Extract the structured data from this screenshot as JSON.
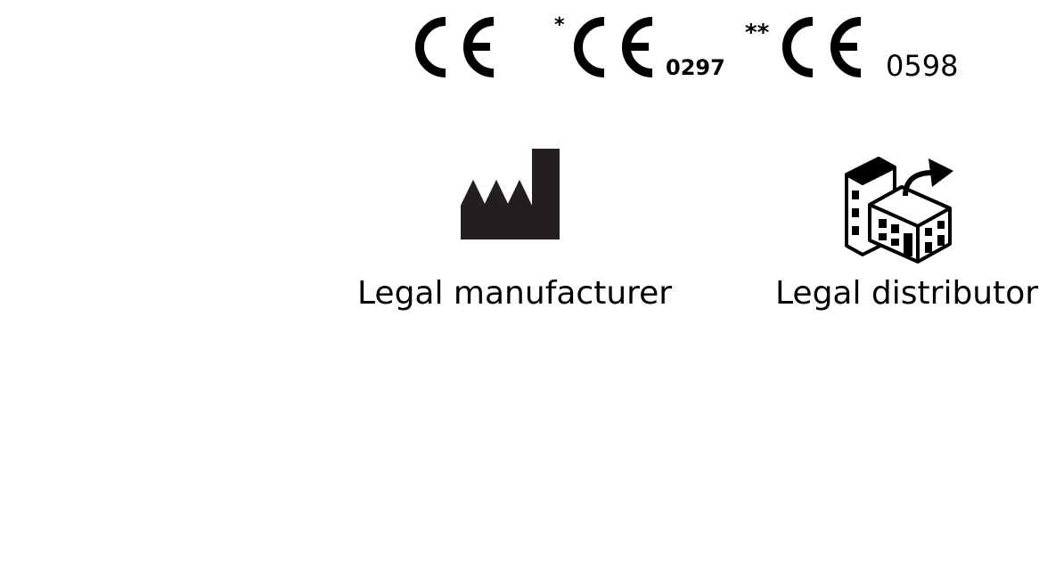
{
  "ce_marks": [
    {
      "asterisk": "",
      "notified_body": ""
    },
    {
      "asterisk": "*",
      "notified_body": "0297"
    },
    {
      "asterisk": "**",
      "notified_body": "0598"
    }
  ],
  "symbols": {
    "manufacturer": {
      "icon": "factory-icon",
      "label": "Legal manufacturer"
    },
    "distributor": {
      "icon": "distributor-building-icon",
      "label": "Legal distributor"
    }
  },
  "colors": {
    "ink": "#000000",
    "background": "#ffffff"
  }
}
